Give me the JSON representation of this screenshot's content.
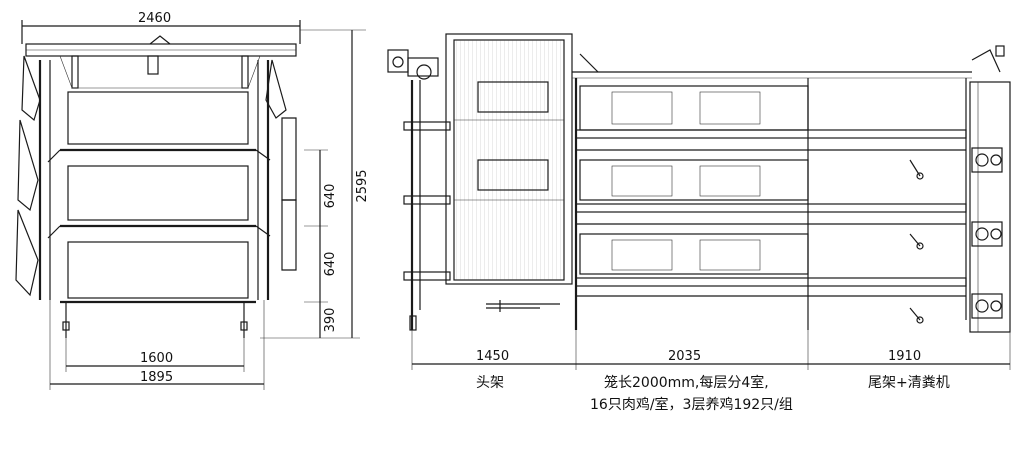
{
  "end_view": {
    "dims": {
      "total_width": "2460",
      "total_height": "2595",
      "tier_upper": "640",
      "tier_middle": "640",
      "tier_bottom": "390",
      "inner_width": "1600",
      "base_width": "1895"
    }
  },
  "side_view": {
    "dims": {
      "head_length": "1450",
      "cage_length": "2035",
      "tail_length": "1910"
    },
    "captions": {
      "head": "头架",
      "cage_line1": "笼长2000mm,每层分4室,",
      "cage_line2": "16只肉鸡/室，3层养鸡192只/组",
      "tail": "尾架+清粪机"
    }
  }
}
